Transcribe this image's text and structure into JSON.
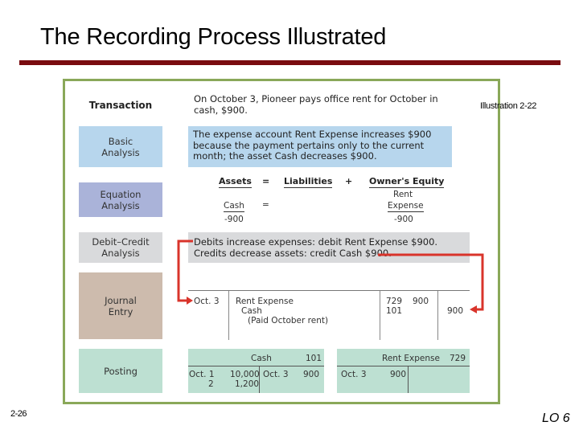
{
  "slide": {
    "title": "The Recording Process Illustrated",
    "illustration_label": "Illustration 2-22",
    "slide_number": "2-26",
    "learning_objective": "LO 6",
    "accent_color": "#7a0c10",
    "frame_color": "#8aa859",
    "arrow_color": "#d9342b"
  },
  "steps": {
    "transaction": {
      "label": "Transaction",
      "text": "On October 3, Pioneer pays office rent for October in cash, $900."
    },
    "basic_analysis": {
      "label": "Basic Analysis",
      "color": "#b7d6ed",
      "text": "The expense account Rent Expense increases $900 because the payment pertains only to the current month; the asset Cash decreases $900."
    },
    "equation_analysis": {
      "label": "Equation Analysis",
      "color": "#aab3d9",
      "headers": {
        "assets": "Assets",
        "eq": "=",
        "liabilities": "Liabilities",
        "plus": "+",
        "equity": "Owner's Equity"
      },
      "row": {
        "asset_account": "Cash",
        "eq": "=",
        "equity_account_line1": "Rent",
        "equity_account_line2": "Expense"
      },
      "values": {
        "asset": "-900",
        "equity": "-900"
      }
    },
    "debit_credit": {
      "label": "Debit–Credit Analysis",
      "color": "#d9dadc",
      "line1": "Debits increase expenses: debit Rent Expense $900.",
      "line2": "Credits decrease assets: credit Cash $900."
    },
    "journal_entry": {
      "label": "Journal Entry",
      "color": "#cdbbad",
      "date": "Oct. 3",
      "debit_account": "Rent Expense",
      "credit_account": "Cash",
      "explanation": "(Paid October rent)",
      "debit_ref": "729",
      "credit_ref": "101",
      "debit_amount": "900",
      "credit_amount": "900"
    },
    "posting": {
      "label": "Posting",
      "color": "#bde0d2",
      "cash_account": {
        "name": "Cash",
        "number": "101",
        "debits": [
          {
            "date": "Oct. 1",
            "amount": "10,000"
          },
          {
            "date": "2",
            "amount": "1,200"
          }
        ],
        "credits": [
          {
            "date": "Oct. 3",
            "amount": "900"
          }
        ]
      },
      "rent_account": {
        "name": "Rent Expense",
        "number": "729",
        "debits": [
          {
            "date": "Oct. 3",
            "amount": "900"
          }
        ]
      }
    }
  }
}
